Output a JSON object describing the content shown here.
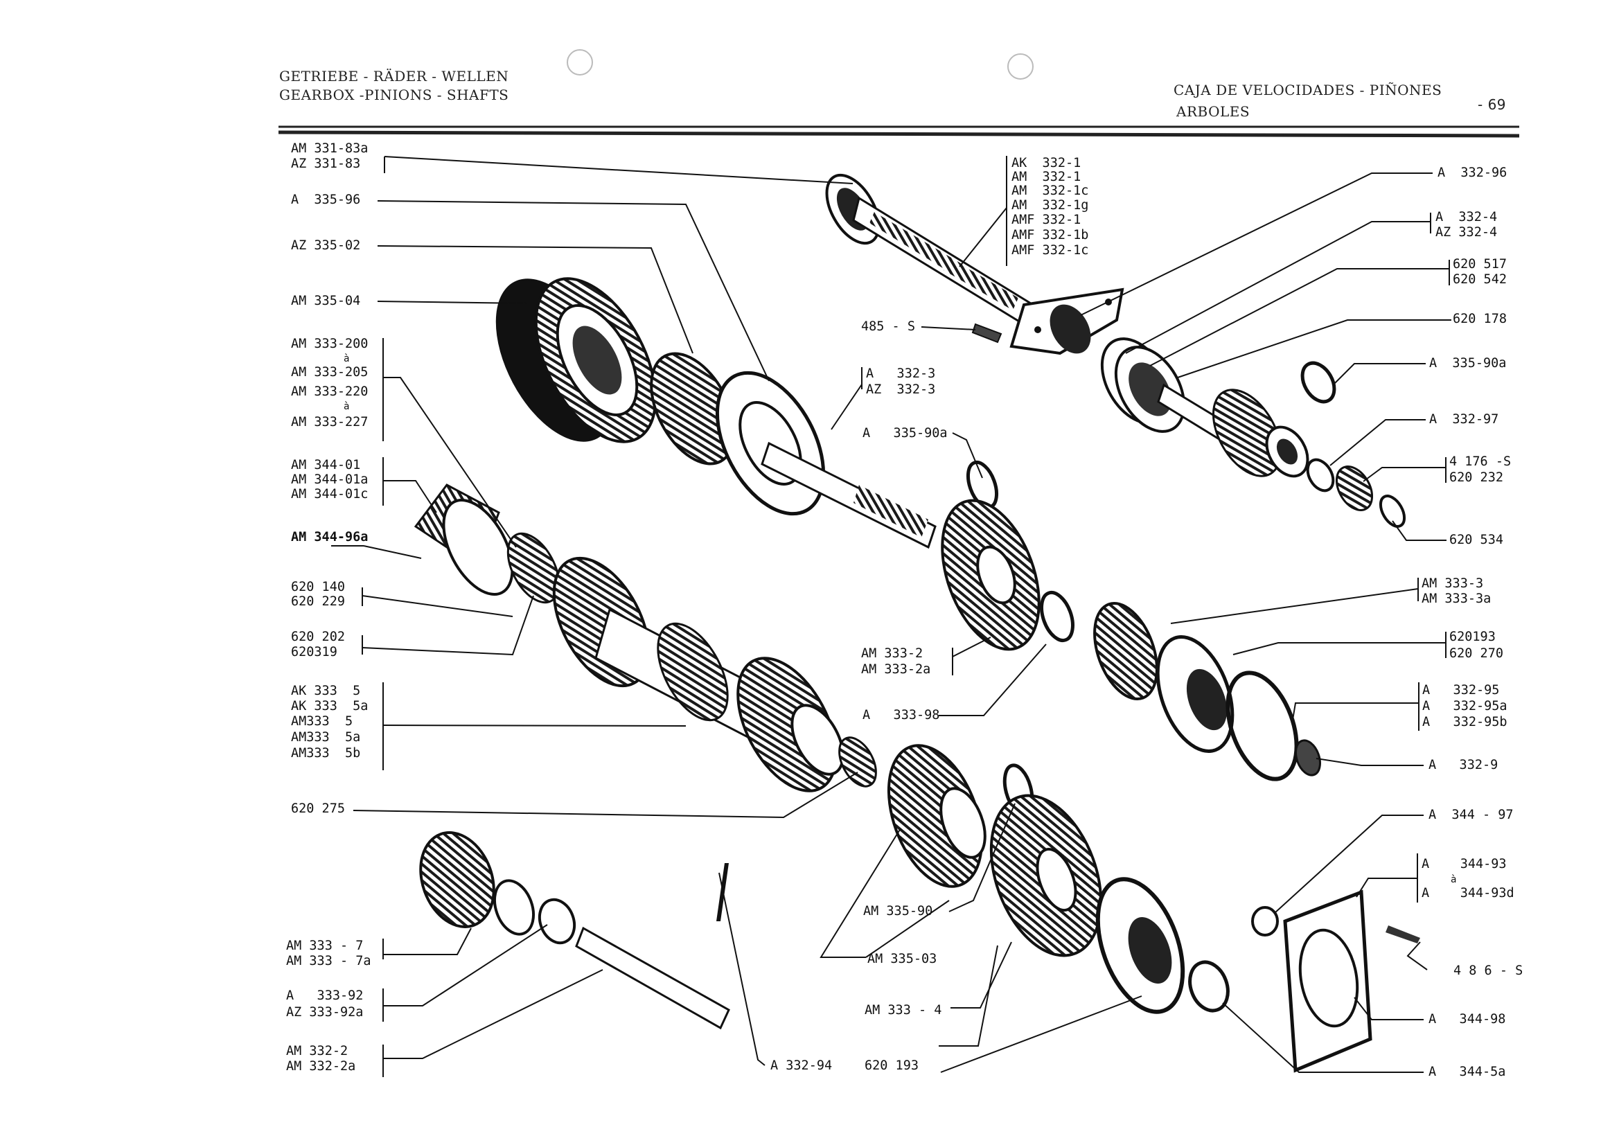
{
  "header": {
    "left_line1": "GETRIEBE - RÄDER - WELLEN",
    "left_line2": "GEARBOX -PINIONS - SHAFTS",
    "right_line1": "CAJA DE VELOCIDADES - PIÑONES",
    "right_line2": "ARBOLES",
    "page_number": "- 69"
  },
  "labels": {
    "am331": [
      "AM 331-83a",
      "AZ 331-83"
    ],
    "a33596": "A  335-96",
    "az33502": "AZ 335-02",
    "am33504": "AM 335-04",
    "am333_200": [
      "AM 333-200",
      "à",
      "AM 333-205",
      "AM 333-220",
      "à",
      "AM 333-227"
    ],
    "am344_01": [
      "AM 344-01",
      "AM 344-01a",
      "AM 344-01c"
    ],
    "am344_96": "AM 344-96a",
    "b620140": [
      "620 140",
      "620 229"
    ],
    "b620202": [
      "620 202",
      "620319"
    ],
    "ak333": [
      "AK 333  5",
      "AK 333  5a",
      "AM333  5",
      "AM333  5a",
      "AM333  5b"
    ],
    "b620275": "620 275",
    "am3337": [
      "AM 333 - 7",
      "AM 333 - 7a"
    ],
    "a33392": [
      "A   333-92",
      "AZ 333-92a"
    ],
    "am3322": [
      "AM 332-2",
      "AM 332-2a"
    ],
    "a33294": "A 332-94",
    "b620193b": "620 193",
    "am3334": "AM 333 - 4",
    "am33503": "AM 335-03",
    "am33590": "AM 335-90",
    "a33398": "A   333-98",
    "am3332": [
      "AM 333-2",
      "AM 333-2a"
    ],
    "a33590c": "A   335-90a",
    "a3323": [
      "A   332-3",
      "AZ  332-3"
    ],
    "s485": "485 - S",
    "ak3321": [
      "AK  332-1",
      "AM  332-1",
      "AM  332-1c",
      "AM  332-1g",
      "AMF 332-1",
      "AMF 332-1b",
      "AMF 332-1c"
    ],
    "a33296": "A  332-96",
    "a3324": [
      "A  332-4",
      "AZ 332-4"
    ],
    "b620517": [
      "620 517",
      "620 542"
    ],
    "b620178": "620 178",
    "a33590r": "A  335-90a",
    "a33297": "A  332-97",
    "s4176": [
      "4 176 -S",
      "620 232"
    ],
    "b620534": "620 534",
    "am3333": [
      "AM 333-3",
      "AM 333-3a"
    ],
    "b620193": [
      "620193",
      "620 270"
    ],
    "a33295": [
      "A   332-95",
      "A   332-95a",
      "A   332-95b"
    ],
    "a3329": "A   332-9",
    "a34497": "A  344 - 97",
    "a34493": [
      "A    344-93",
      "à",
      "A    344-93d"
    ],
    "s486": "4 8 6 - S",
    "a34498": "A   344-98",
    "a3445": "A   344-5a"
  }
}
